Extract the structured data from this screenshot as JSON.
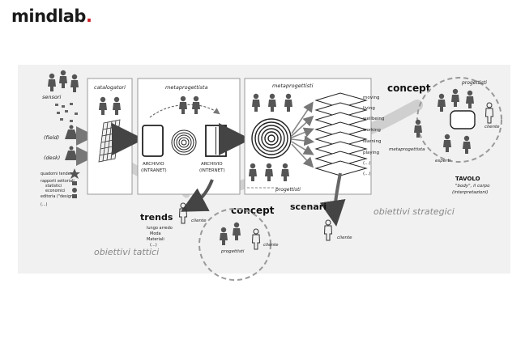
{
  "brand": {
    "name": "mindlab",
    "dot": ".",
    "accent": "#d0202a"
  },
  "diagram": {
    "left": {
      "sensori": "sensori",
      "field": "(field)",
      "desk": "(desk)",
      "list": [
        "quadorni tendenze",
        "rapporti settoriali",
        "statistici",
        "economici",
        "editoria (\"design\")",
        "(...)"
      ]
    },
    "boxes": {
      "catalogatori": "catalogatori",
      "metaprogettista": "metaprogettista",
      "metaprogettisti": "metaprogettisti",
      "archivio1": [
        "ARCHIVIO",
        "(INTRANET)"
      ],
      "archivio2": [
        "ARCHIVIO",
        "(INTERNET)"
      ],
      "progettisti": "progettisti"
    },
    "stack": [
      "moving",
      "living",
      "wellbeing",
      "working",
      "learning",
      "playing",
      "(...)",
      "(...)"
    ],
    "concept_top": {
      "title": "concept",
      "progettisti": "progettisti",
      "cliente": "cliente",
      "metaprogettista": "metaprogettista",
      "esperti": "esperti",
      "tavolo": "TAVOLO",
      "tavolo_sub1": "\"body\", il corpo",
      "tavolo_sub2": "(interpretazioni)"
    },
    "obiettivi_strategici": "obiettivi strategici",
    "scenari": {
      "title": "scenari",
      "cliente": "cliente"
    },
    "trends": {
      "title": "trends",
      "items": [
        "lungo arredo",
        "Moda",
        "Materiali",
        "(...)"
      ],
      "cliente": "cliente"
    },
    "concept_bottom": {
      "title": "concept",
      "cliente": "cliente",
      "progettisti": "progettisti"
    },
    "obiettivi_tattici": "obiettivi tattici"
  }
}
